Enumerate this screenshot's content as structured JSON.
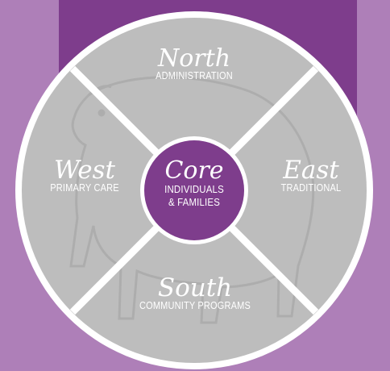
{
  "colors": {
    "background": "#ae7fb8",
    "banner": "#7e3d8c",
    "ring": "#bdbdbd",
    "ring_border": "#ffffff",
    "core": "#7e3d8c"
  },
  "segments": {
    "north": {
      "title": "North",
      "subtitle": "ADMINISTRATION"
    },
    "west": {
      "title": "West",
      "subtitle": "PRIMARY CARE"
    },
    "east": {
      "title": "East",
      "subtitle": "TRADITIONAL"
    },
    "south": {
      "title": "South",
      "subtitle": "COMMUNITY PROGRAMS"
    }
  },
  "core": {
    "title": "Core",
    "subtitle_line1": "INDIVIDUALS",
    "subtitle_line2": "& FAMILIES"
  }
}
